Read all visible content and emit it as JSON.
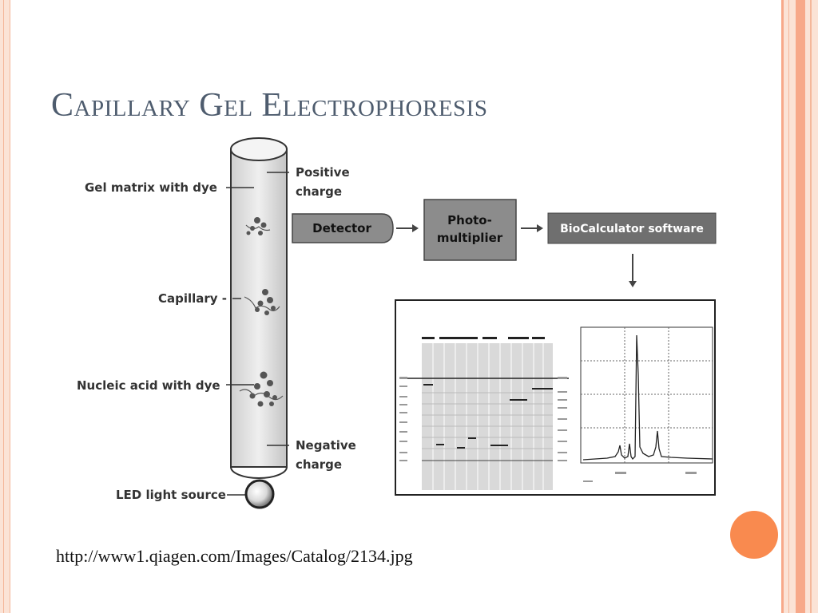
{
  "slide": {
    "title": "Capillary Gel Electrophoresis",
    "caption": "http://www1.qiagen.com/Images/Catalog/2134.jpg"
  },
  "diagram": {
    "labels": {
      "gel_matrix": "Gel matrix with dye",
      "positive_line1": "Positive",
      "positive_line2": "charge",
      "capillary": "Capillary -",
      "nucleic_acid": "Nucleic acid with dye",
      "negative_line1": "Negative",
      "negative_line2": "charge",
      "led": "LED light source"
    },
    "boxes": {
      "detector": "Detector",
      "photomultiplier_line1": "Photo-",
      "photomultiplier_line2": "multiplier",
      "biocalculator": "BioCalculator software"
    }
  },
  "colors": {
    "title": "#4e5c6e",
    "accent_orange": "#f98a4f",
    "frame_peach": "#fbe3d6",
    "box_gray": "#8c8c8c",
    "box_dark": "#6f6f6f"
  }
}
